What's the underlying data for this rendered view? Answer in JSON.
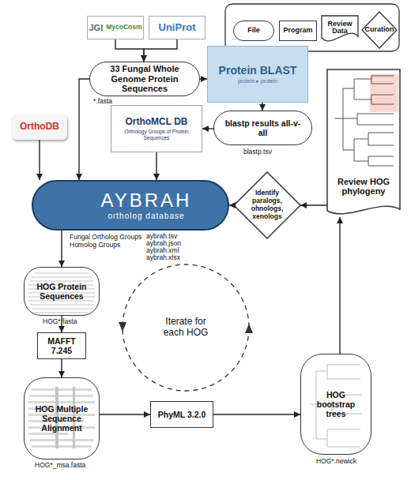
{
  "diagram": {
    "nodes": [
      {
        "text": [
          "JGI",
          "MycoCosm"
        ]
      },
      {
        "text": [
          "UniProt"
        ]
      },
      {
        "text": [
          "33 Fungal Whole Genome Protein Sequences"
        ]
      },
      {
        "text": [
          "Protein BLAST",
          "protein ▸ protein"
        ]
      },
      {
        "text": [
          "OrthoDB"
        ]
      },
      {
        "text": [
          "OrthoMCL DB",
          "Orthology Groups of Protein Sequences"
        ]
      },
      {
        "text": [
          "blastp results all-v-all"
        ]
      },
      {
        "text": [
          "AYBRAH",
          "ortholog database"
        ]
      },
      {
        "text": [
          "Identify paralogs, ohnologs, xenologs"
        ]
      },
      {
        "text": [
          "Review HOG phylogeny"
        ]
      },
      {
        "text": [
          "HOG Protein Sequences"
        ]
      },
      {
        "text": [
          "MAFFT 7.245"
        ]
      },
      {
        "text": [
          "HOG Multiple Sequence Alignment"
        ]
      },
      {
        "text": [
          "PhyML 3.2.0"
        ]
      },
      {
        "text": [
          "HOG bootstrap trees"
        ]
      }
    ],
    "edges": [
      {
        "from": 0,
        "to": 2,
        "arrow": "to"
      },
      {
        "from": 1,
        "to": 2,
        "arrow": "to"
      },
      {
        "from": 2,
        "to": 3,
        "arrow": "to"
      },
      {
        "from": 3,
        "to": 6,
        "arrow": "to"
      },
      {
        "from": 6,
        "to": 5,
        "arrow": "to"
      },
      {
        "from": 2,
        "to": 7,
        "arrow": "to"
      },
      {
        "from": 4,
        "to": 7,
        "arrow": "to"
      },
      {
        "from": 5,
        "to": 7,
        "arrow": "to"
      },
      {
        "from": 9,
        "to": 8,
        "arrow": "to"
      },
      {
        "from": 8,
        "to": 7,
        "arrow": "to"
      },
      {
        "from": 7,
        "to": 10,
        "arrow": "to"
      },
      {
        "from": 10,
        "to": 11,
        "arrow": "to"
      },
      {
        "from": 11,
        "to": 12,
        "arrow": "to"
      },
      {
        "from": 12,
        "to": 13,
        "arrow": "to"
      },
      {
        "from": 13,
        "to": 14,
        "arrow": "to"
      },
      {
        "from": 14,
        "to": 9,
        "arrow": "to"
      }
    ],
    "labels": [
      "*.fasta",
      "blastp.tsv",
      "Fungal Ortholog Groups",
      "Homolog Groups",
      "aybrah.tsv",
      "aybrah.json",
      "aybrah.xml",
      "aybrah.xlsx",
      "HOG*.fasta",
      "Iterate for each HOG",
      "HOG*_msa.fasta",
      "HOG*.newick"
    ],
    "legend": [
      {
        "text": "File"
      },
      {
        "text": "Program"
      },
      {
        "text": "Review Data"
      },
      {
        "text": "Curation"
      }
    ]
  }
}
